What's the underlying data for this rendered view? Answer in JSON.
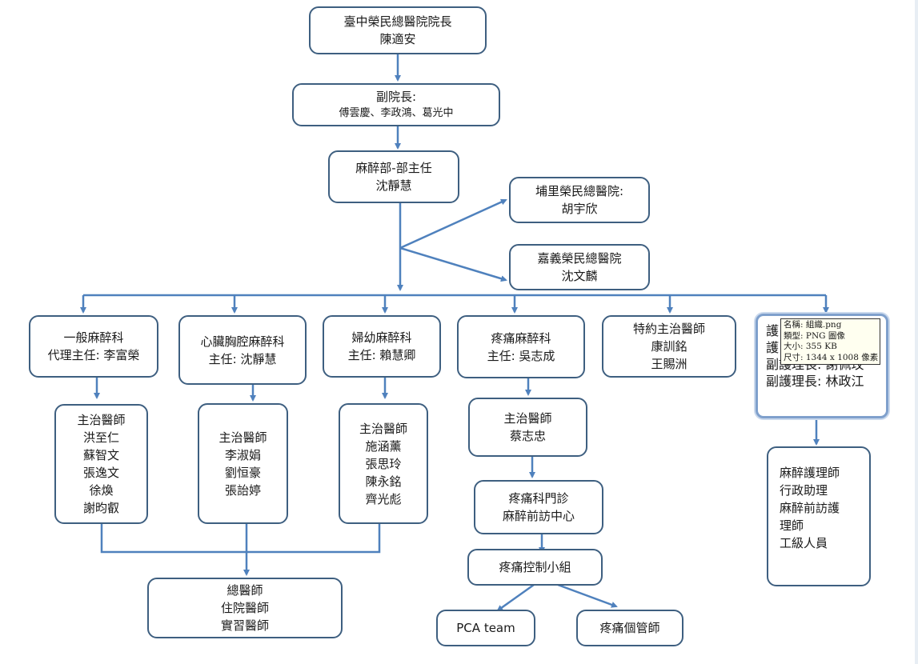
{
  "director": {
    "title": "臺中榮民總醫院院長",
    "name": "陳適安"
  },
  "vice_director": {
    "title": "副院長:",
    "names": "傅雲慶、李政鴻、葛光中"
  },
  "anesthesia_head": {
    "title": "麻醉部-部主任",
    "name": "沈靜慧"
  },
  "puli_branch": {
    "title": "埔里榮民總醫院:",
    "name": "胡宇欣"
  },
  "chiayi_branch": {
    "title": "嘉義榮民總醫院",
    "name": "沈文麟"
  },
  "divisions": [
    {
      "name": "一般麻醉科",
      "head": "代理主任: 李富榮"
    },
    {
      "name": "心臟胸腔麻醉科",
      "head": "主任: 沈靜慧"
    },
    {
      "name": "婦幼麻醉科",
      "head": "主任: 賴慧卿"
    },
    {
      "name": "疼痛麻醉科",
      "head": "主任: 吳志成"
    },
    {
      "name": "特約主治醫師",
      "head": "康訓銘",
      "extra": "王賜洲"
    }
  ],
  "nursing": {
    "line1": "護",
    "line2": "護",
    "line3": "副護理長: 謝佩玟",
    "line4": "副護理長: 林政江"
  },
  "tooltip": {
    "line1": "名稱: 組織.png",
    "line2": "類型: PNG 圖像",
    "line3": "大小: 355 KB",
    "line4": "尺寸: 1344 x 1008 像素"
  },
  "attendings_general": [
    "主治醫師",
    "洪至仁",
    "蘇智文",
    "張逸文",
    "徐煥",
    "謝昀叡"
  ],
  "attendings_cardiac": [
    "主治醫師",
    "李淑娟",
    "劉恒豪",
    "張詒婷"
  ],
  "attendings_obgyn": [
    "主治醫師",
    "施涵薰",
    "張思玲",
    "陳永銘",
    "齊光彪"
  ],
  "attending_pain": [
    "主治醫師",
    "蔡志忠"
  ],
  "pain_clinic": [
    "疼痛科門診",
    "麻醉前訪中心"
  ],
  "pain_control": "疼痛控制小組",
  "pca_team": "PCA team",
  "pain_manager": "疼痛個管師",
  "residents": [
    "總醫師",
    "住院醫師",
    "實習醫師"
  ],
  "nurse_staff": [
    "麻醉護理師",
    "行政助理",
    "麻醉前訪護",
    "理師",
    "工級人員"
  ],
  "colors": {
    "border": "#3e5f80",
    "arrow": "#4f81bd",
    "highlight": "#7fa0cc"
  }
}
